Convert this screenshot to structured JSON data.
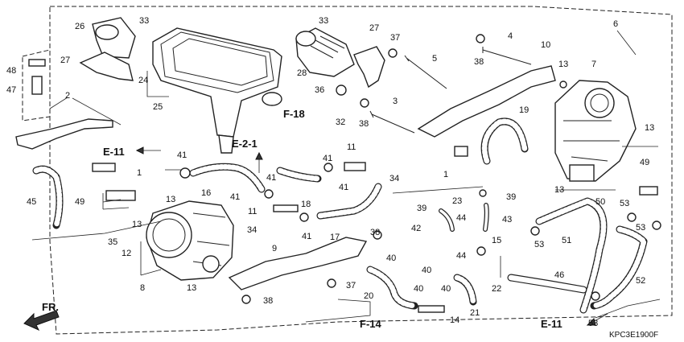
{
  "diagram_code": "KPC3E1900F",
  "direction_arrow": {
    "label": "FR."
  },
  "references": {
    "f18": "F-18",
    "e21": "E-2-1",
    "e11_left": "E-11",
    "e11_right": "E-11",
    "f14": "F-14"
  },
  "callouts": {
    "c1a": "1",
    "c1b": "1",
    "c2": "2",
    "c3": "3",
    "c4": "4",
    "c5": "5",
    "c6": "6",
    "c7": "7",
    "c8": "8",
    "c9": "9",
    "c10": "10",
    "c11a": "11",
    "c11b": "11",
    "c12": "12",
    "c13a": "13",
    "c13b": "13",
    "c13c": "13",
    "c13d": "13",
    "c13e": "13",
    "c13f": "13",
    "c14": "14",
    "c15": "15",
    "c16": "16",
    "c17": "17",
    "c18": "18",
    "c19": "19",
    "c20": "20",
    "c21": "21",
    "c22": "22",
    "c23": "23",
    "c24": "24",
    "c25": "25",
    "c26": "26",
    "c27a": "27",
    "c27b": "27",
    "c28": "28",
    "c32": "32",
    "c33a": "33",
    "c33b": "33",
    "c34a": "34",
    "c34b": "34",
    "c35": "35",
    "c36": "36",
    "c37a": "37",
    "c37b": "37",
    "c38a": "38",
    "c38b": "38",
    "c38c": "38",
    "c38d": "38",
    "c39a": "39",
    "c39b": "39",
    "c40a": "40",
    "c40b": "40",
    "c40c": "40",
    "c40d": "40",
    "c41a": "41",
    "c41b": "41",
    "c41c": "41",
    "c41d": "41",
    "c41e": "41",
    "c41f": "41",
    "c41g": "41",
    "c42": "42",
    "c43": "43",
    "c44a": "44",
    "c44b": "44",
    "c45": "45",
    "c46": "46",
    "c47": "47",
    "c48": "48",
    "c49a": "49",
    "c49b": "49",
    "c50": "50",
    "c51": "51",
    "c52": "52",
    "c53a": "53",
    "c53b": "53",
    "c53c": "53",
    "c53d": "53"
  }
}
